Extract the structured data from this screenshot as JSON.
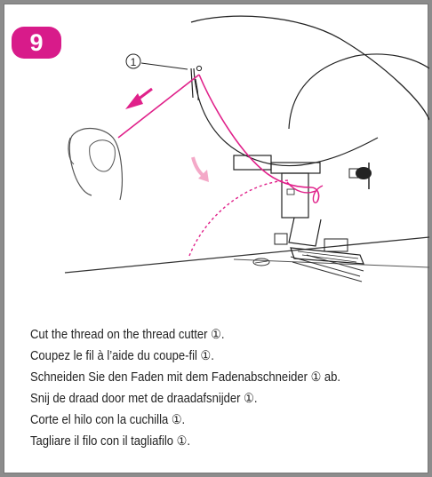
{
  "step": {
    "number": "9"
  },
  "diagram": {
    "callout": "①"
  },
  "instructions": [
    "Cut the thread on the thread cutter ①.",
    "Coupez le fil à l’aide du coupe-fil ①.",
    "Schneiden Sie den Faden mit dem Fadenabschneider ① ab.",
    "Snij de draad door met de draadafsnijder ①.",
    "Corte el hilo con la cuchilla ①.",
    "Tagliare il filo con il tagliafilo ①."
  ],
  "colors": {
    "accent": "#d81b8a",
    "thread": "#e0218a",
    "arrow_light": "#f4a9c8",
    "frame": "#8c8c8c"
  }
}
